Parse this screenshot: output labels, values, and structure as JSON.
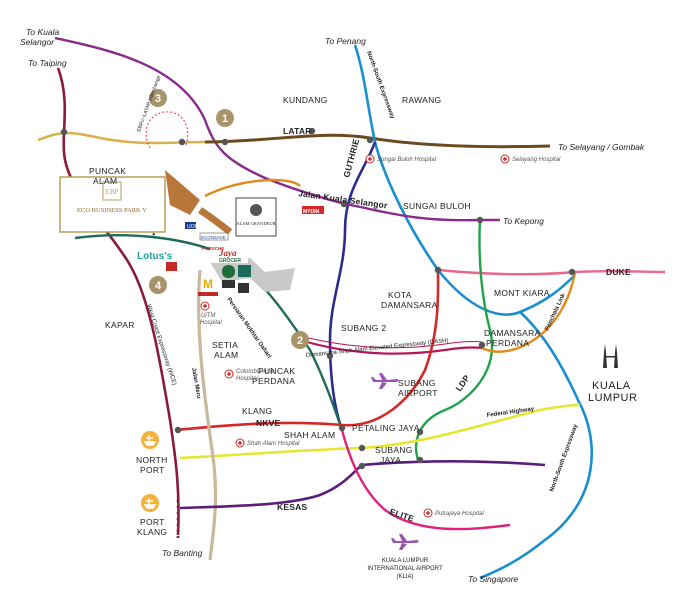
{
  "map": {
    "colors": {
      "latar": "#6b4a1e",
      "guthrie": "#2c2c8c",
      "north_south": "#1a8fd0",
      "ldp": "#20a34a",
      "federal": "#e6e631",
      "nkve": "#d62828",
      "dash": "#b3195a",
      "elite": "#e0207a",
      "kesas": "#5b1e7a",
      "wce": "#8a1a3a",
      "jalan_meru": "#c8b89c",
      "orange": "#e08a1e",
      "gold": "#d9b250",
      "duke": "#e8688c",
      "kuala_selangor": "#8a2a8a",
      "park_brown": "#b8763a",
      "teal": "#1f6b5a"
    },
    "destinations": {
      "kuala_selangor": "To Kuala\nSelangor",
      "taiping": "To Taiping",
      "penang": "To Penang",
      "selayang_gombak": "To Selayang / Gombak",
      "kepong": "To Kepong",
      "banting": "To Banting",
      "singapore": "To Singapore"
    },
    "places": {
      "kundang": "KUNDANG",
      "rawang": "RAWANG",
      "puncak_alam": "PUNCAK\nALAM",
      "sungai_buloh": "SUNGAI BULOH",
      "kota_damansara": "KOTA\nDAMANSARA",
      "mont_kiara": "MONT KIARA",
      "subang_2": "SUBANG 2",
      "damansara_perdana": "DAMANSARA\nPERDANA",
      "setia_alam": "SETIA\nALAM",
      "puncak_perdana": "PUNCAK\nPERDANA",
      "kapar": "KAPAR",
      "klang": "KLANG",
      "shah_alam": "SHAH ALAM",
      "petaling_jaya": "PETALING JAYA",
      "subang_jaya": "SUBANG\nJAYA",
      "kuala_lumpur": "KUALA\nLUMPUR",
      "north_port": "NORTH\nPORT",
      "port_klang": "PORT\nKLANG",
      "subang_airport": "SUBANG\nAIRPORT",
      "klia": "KUALA LUMPUR\nINTERNATIONAL AIRPORT\n(KLIA)"
    },
    "roads": {
      "latar": "LATAR",
      "guthrie": "GUTHRIE",
      "north_south_top": "North-South Expressway",
      "north_south_bottom": "North-South Expressway",
      "jalan_kuala_selangor": "Jalan Kuala Selangor",
      "duke": "DUKE",
      "penchala_link": "Penchala Link",
      "dash": "Damansara-Shah Alam Elevated Expressway (DASH)",
      "persiaran": "Persiaran Mokhtar Dahari",
      "wce": "West Coast Expressway (WCE)",
      "jalan_meru": "Jalan Meru",
      "nkve": "NKVE",
      "federal_highway": "Federal Highway",
      "ldp": "LDP",
      "kesas": "KESAS",
      "elite": "ELITE",
      "interchange": "EBPV–LATAR Interchange"
    },
    "hospitals": {
      "sungai_buloh": "Sungai Buloh Hospital",
      "selayang": "Selayang Hospital",
      "uitm": "UiTM\nHospital",
      "colombia_asia": "Colombia Asia\nHospital",
      "shah_alam": "Shah Alam Hospital",
      "putrajaya": "Putrajaya Hospital"
    },
    "markers": [
      "1",
      "2",
      "3",
      "4"
    ],
    "brands": {
      "eco_business_park": "ECO BUSINESS PARK V",
      "alam_grandeur": "ALAM GRANDEUR",
      "lotus": "Lotus's",
      "jaya_grocer": "Jaya\nGROCER",
      "uob": "UOB",
      "econsave": "ECONSAVE",
      "porsche": "PORSCHE",
      "mydin": "MYDIN"
    }
  }
}
